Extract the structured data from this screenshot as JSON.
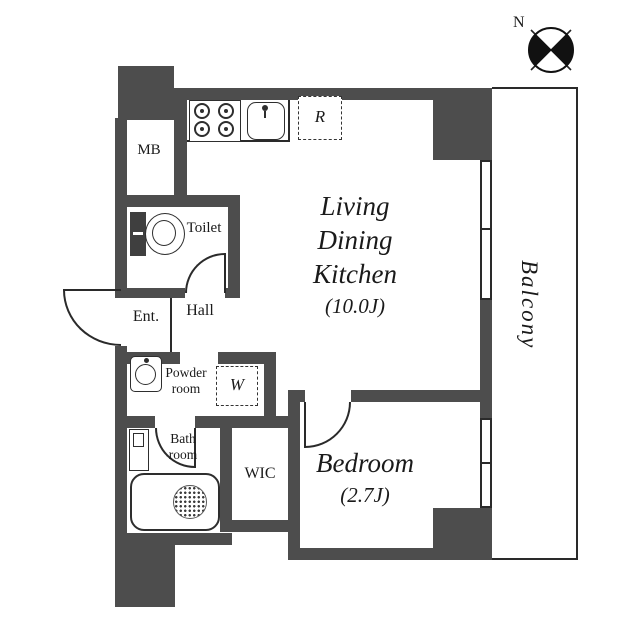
{
  "meta": {
    "background": "#ffffff",
    "wall_color": "#4d4d4d",
    "line_color": "#2a2a2a",
    "text_color": "#1a1a1a"
  },
  "compass": {
    "north_label": "N"
  },
  "rooms": {
    "ldk": {
      "line1": "Living",
      "line2": "Dining",
      "line3": "Kitchen",
      "size": "(10.0J)"
    },
    "bedroom": {
      "name": "Bedroom",
      "size": "(2.7J)"
    },
    "balcony": {
      "name": "Balcony"
    },
    "meter_box": {
      "abbr": "MB"
    },
    "toilet": {
      "name": "Toilet"
    },
    "entrance": {
      "abbr": "Ent."
    },
    "hall": {
      "name": "Hall"
    },
    "powder_room": {
      "line1": "Powder",
      "line2": "room"
    },
    "washer_space": {
      "abbr": "W"
    },
    "bath_room": {
      "line1": "Bath",
      "line2": "room"
    },
    "wic": {
      "abbr": "WIC"
    },
    "refrigerator_space": {
      "abbr": "R"
    }
  }
}
